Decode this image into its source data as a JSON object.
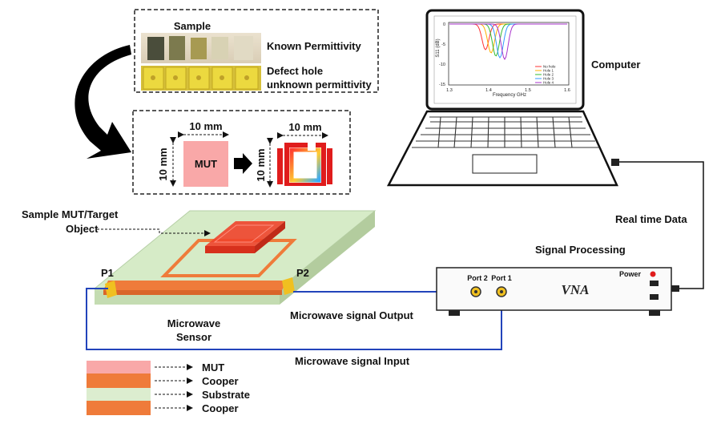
{
  "sample_box": {
    "title": "Sample",
    "row1_label": "Known Permittivity",
    "row2_label_line1": "Defect hole",
    "row2_label_line2": "unknown permittivity"
  },
  "mut_box": {
    "dim_top_left": "10 mm",
    "dim_side_left": "10 mm",
    "mut_label": "MUT",
    "dim_top_right": "10 mm",
    "dim_side_right": "10 mm"
  },
  "sensor": {
    "object_label_line1": "Sample MUT/Target",
    "object_label_line2": "Object",
    "port1": "P1",
    "port2": "P2",
    "caption_line1": "Microwave",
    "caption_line2": "Sensor"
  },
  "signals": {
    "output": "Microwave signal Output",
    "input": "Microwave signal Input",
    "realtime": "Real time Data",
    "processing": "Signal Processing"
  },
  "vna": {
    "title": "VNA",
    "port2": "Port 2",
    "port1": "Port 1",
    "power": "Power"
  },
  "computer": {
    "label": "Computer",
    "plot": {
      "ylabel": "S11 (dB)",
      "xlabel": "Frequency GHz",
      "yticks": [
        "0",
        "-5",
        "-10",
        "-15"
      ],
      "xticks": [
        "1.3",
        "1.4",
        "1.5",
        "1.6"
      ],
      "legend": [
        "No hole",
        "Hole 1",
        "Hole 2",
        "Hole 3",
        "Hole 4"
      ],
      "series_colors": [
        "#ff3333",
        "#ffb000",
        "#33bb33",
        "#3399ff",
        "#aa33cc"
      ]
    }
  },
  "legend": {
    "items": [
      "MUT",
      "Cooper",
      "Substrate",
      "Cooper"
    ],
    "colors": [
      "#f9a8a8",
      "#ef7b3a",
      "#dcedcf",
      "#ef7b3a"
    ]
  },
  "colors": {
    "copper": "#ef7b3a",
    "substrate": "#d6ebc7",
    "mut": "#f9a8a8",
    "cable": "#2244bb"
  }
}
